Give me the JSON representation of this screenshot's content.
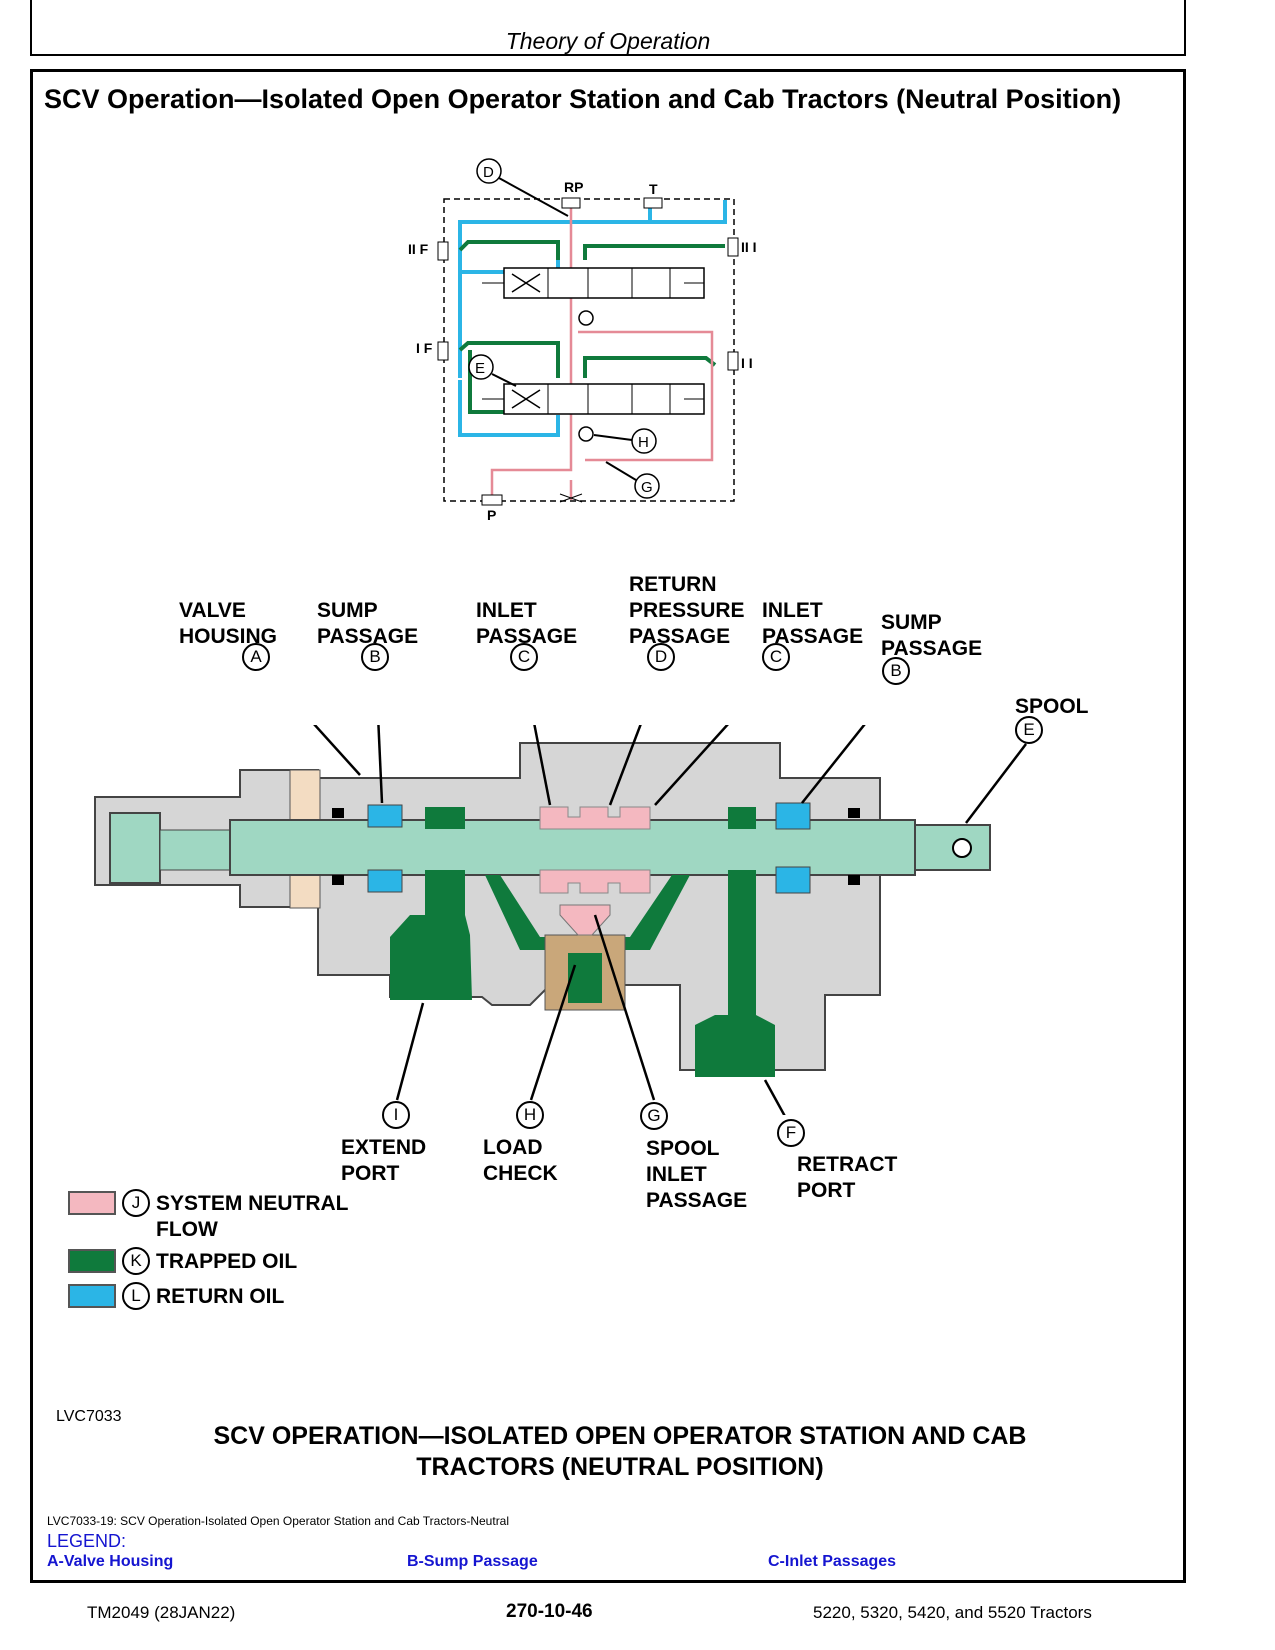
{
  "header": {
    "section_title": "Theory of Operation"
  },
  "page": {
    "heading": "SCV Operation—Isolated Open Operator Station and Cab Tractors (Neutral Position)"
  },
  "colors": {
    "system_neutral_flow": "#f4b8c0",
    "trapped_oil": "#0f7a3c",
    "return_oil": "#2bb5e6",
    "housing": "#d6d6d6",
    "spool": "#9fd7c2"
  },
  "schematic": {
    "labels": {
      "rp": "RP",
      "t": "T",
      "p": "P",
      "iif": "II F",
      "iii": "II I",
      "if": "I F",
      "ii": "I I"
    },
    "callouts": {
      "d": "D",
      "e": "E",
      "h": "H",
      "g": "G"
    }
  },
  "cutaway": {
    "callouts": [
      {
        "letter": "A",
        "label": "VALVE HOUSING"
      },
      {
        "letter": "B",
        "label": "SUMP PASSAGE"
      },
      {
        "letter": "C",
        "label": "INLET PASSAGE"
      },
      {
        "letter": "D",
        "label": "RETURN PRESSURE PASSAGE"
      },
      {
        "letter": "C",
        "label": "INLET PASSAGE"
      },
      {
        "letter": "B",
        "label": "SUMP PASSAGE"
      },
      {
        "letter": "E",
        "label": "SPOOL"
      },
      {
        "letter": "I",
        "label": "EXTEND PORT"
      },
      {
        "letter": "H",
        "label": "LOAD CHECK"
      },
      {
        "letter": "G",
        "label": "SPOOL INLET PASSAGE"
      },
      {
        "letter": "F",
        "label": "RETRACT PORT"
      }
    ]
  },
  "legend_box": [
    {
      "letter": "J",
      "label": "SYSTEM NEUTRAL FLOW"
    },
    {
      "letter": "K",
      "label": "TRAPPED OIL"
    },
    {
      "letter": "L",
      "label": "RETURN OIL"
    }
  ],
  "figure": {
    "id": "LVC7033",
    "caption": "SCV OPERATION—ISOLATED OPEN OPERATOR STATION AND CAB TRACTORS (NEUTRAL POSITION)",
    "caption_line": "LVC7033-19: SCV Operation-Isolated Open Operator Station and Cab Tractors-Neutral"
  },
  "legend": {
    "heading": "LEGEND:",
    "items": [
      "A-Valve Housing",
      "B-Sump Passage",
      "C-Inlet Passages"
    ]
  },
  "footer": {
    "left": "TM2049 (28JAN22)",
    "center": "270-10-46",
    "right": "5220, 5320, 5420, and 5520 Tractors"
  }
}
